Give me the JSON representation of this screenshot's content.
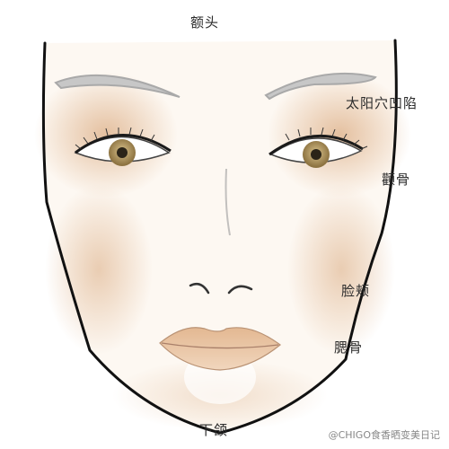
{
  "labels": {
    "forehead": "额头",
    "temple_hollow": "太阳穴凹陷",
    "cheekbone": "颧骨",
    "cheek": "脸颊",
    "jawbone": "腮骨",
    "lower_jaw": "下颌"
  },
  "watermark": "@CHIGO食香晒变美日记",
  "colors": {
    "outline": "#111111",
    "contour_shade": "#e9c9ad",
    "highlight": "#fbf3ea",
    "lip": "#e8c4a6",
    "iris": "#b59a63",
    "brow": "#c7c7c7"
  }
}
